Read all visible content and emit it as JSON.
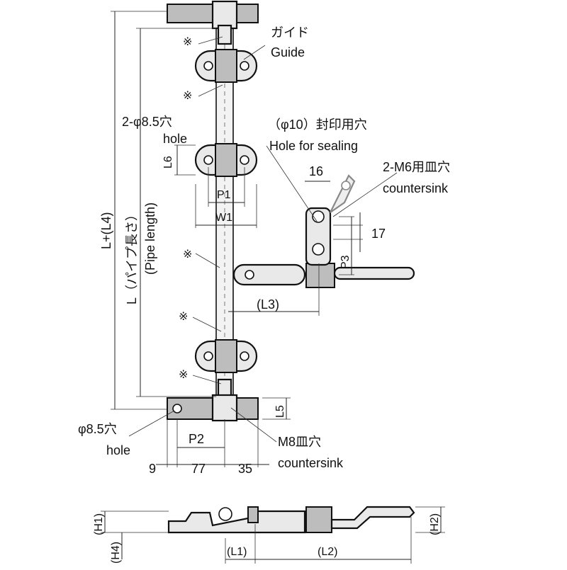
{
  "labels": {
    "guide_jp": "ガイド",
    "guide_en": "Guide",
    "hole_count_spec": "2-φ8.5穴",
    "hole": "hole",
    "sealing_jp": "（φ10）封印用穴",
    "sealing_en": "Hole for sealing",
    "countersink_m6_jp": "2-M6用皿穴",
    "countersink_en": "countersink",
    "m8_jp": "M8皿穴",
    "m8_en": "countersink",
    "phi85_jp": "φ8.5穴",
    "phi85_en": "hole",
    "pipe_length_jp": "L（パイプ長さ）",
    "pipe_length_en": "(Pipe length)",
    "total_length": "L+(L4)",
    "mark": "※"
  },
  "dimensions": {
    "d16": "16",
    "d17": "17",
    "p1": "P1",
    "w1": "W1",
    "l6": "L6",
    "l3": "(L3)",
    "p3": "P3",
    "l5": "L5",
    "p2": "P2",
    "d9": "9",
    "d77": "77",
    "d35": "35",
    "h1": "(H1)",
    "h2": "(H2)",
    "h4": "(H4)",
    "l1": "(L1)",
    "l2": "(L2)"
  }
}
